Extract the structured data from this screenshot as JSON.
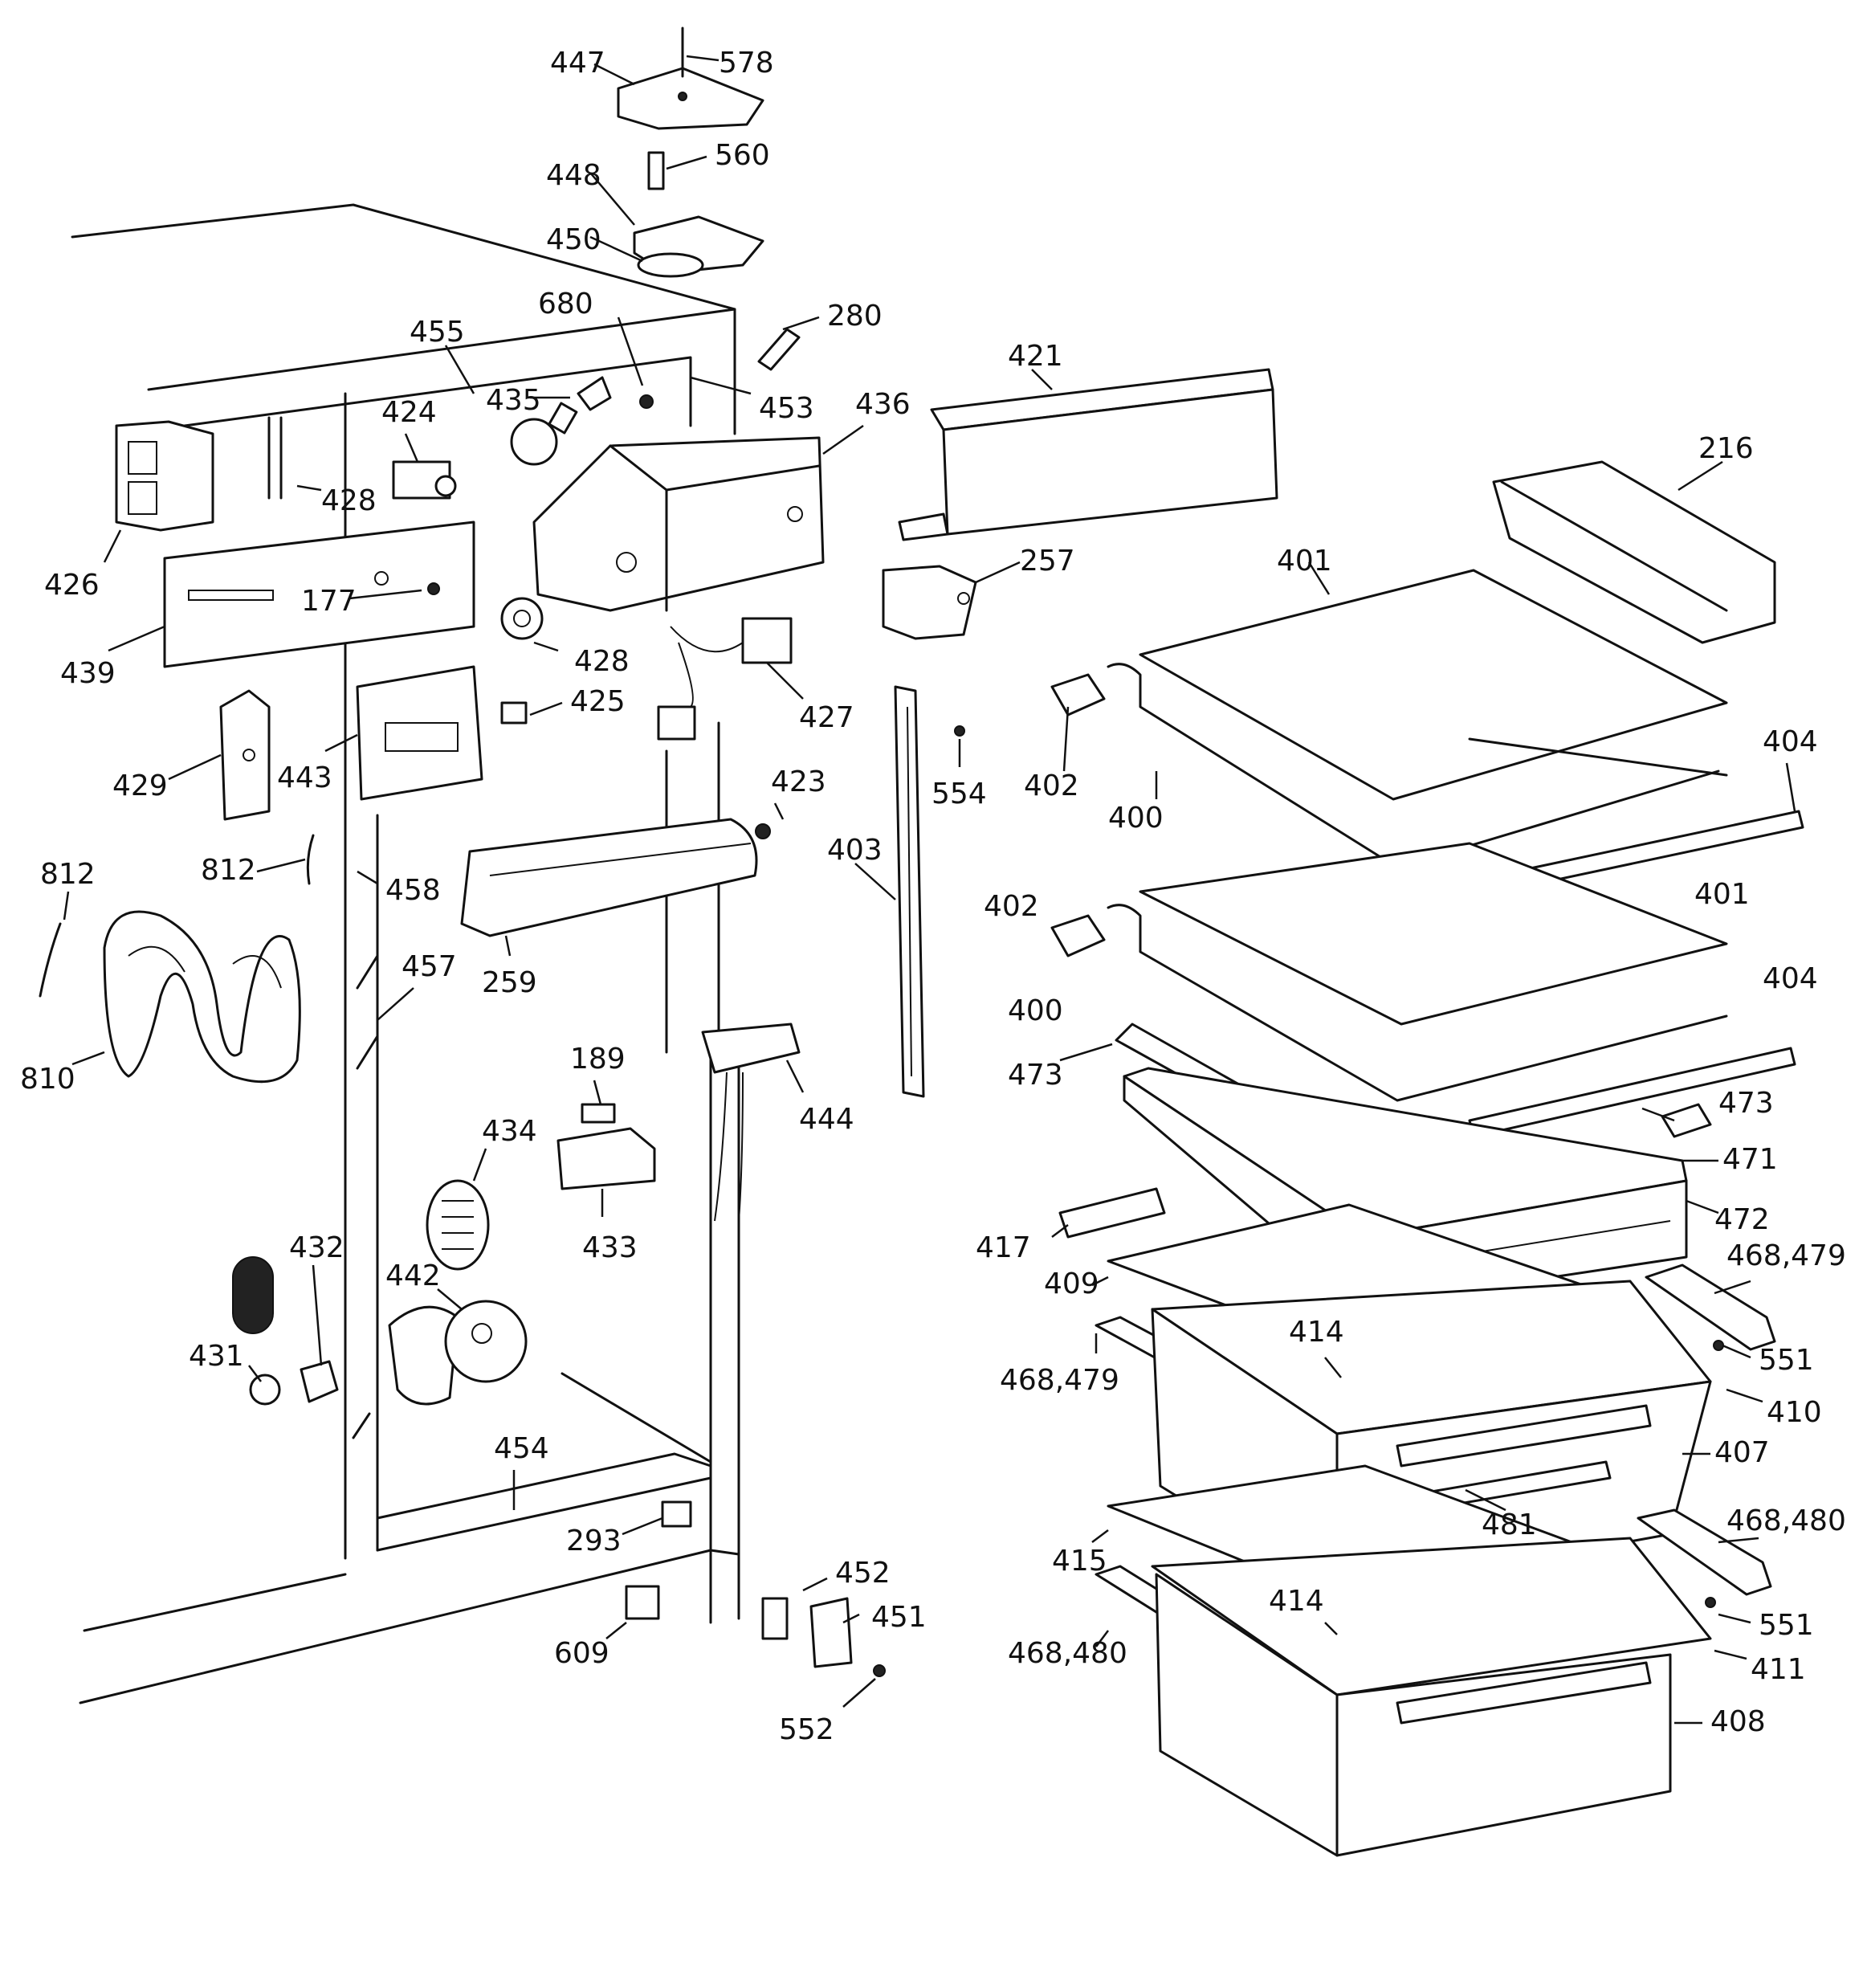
{
  "diagram": {
    "part_numbers": [
      "447",
      "578",
      "560",
      "448",
      "450",
      "680",
      "280",
      "455",
      "435",
      "453",
      "436",
      "421",
      "424",
      "428",
      "426",
      "177",
      "439",
      "216",
      "401",
      "257",
      "425",
      "427",
      "429",
      "443",
      "402",
      "400",
      "404",
      "812",
      "423",
      "554",
      "458",
      "403",
      "457",
      "259",
      "810",
      "473",
      "189",
      "444",
      "434",
      "471",
      "433",
      "472",
      "417",
      "432",
      "468,479",
      "442",
      "409",
      "414",
      "431",
      "551",
      "410",
      "407",
      "454",
      "481",
      "293",
      "468,480",
      "415",
      "452",
      "451",
      "609",
      "411",
      "552",
      "408"
    ]
  }
}
